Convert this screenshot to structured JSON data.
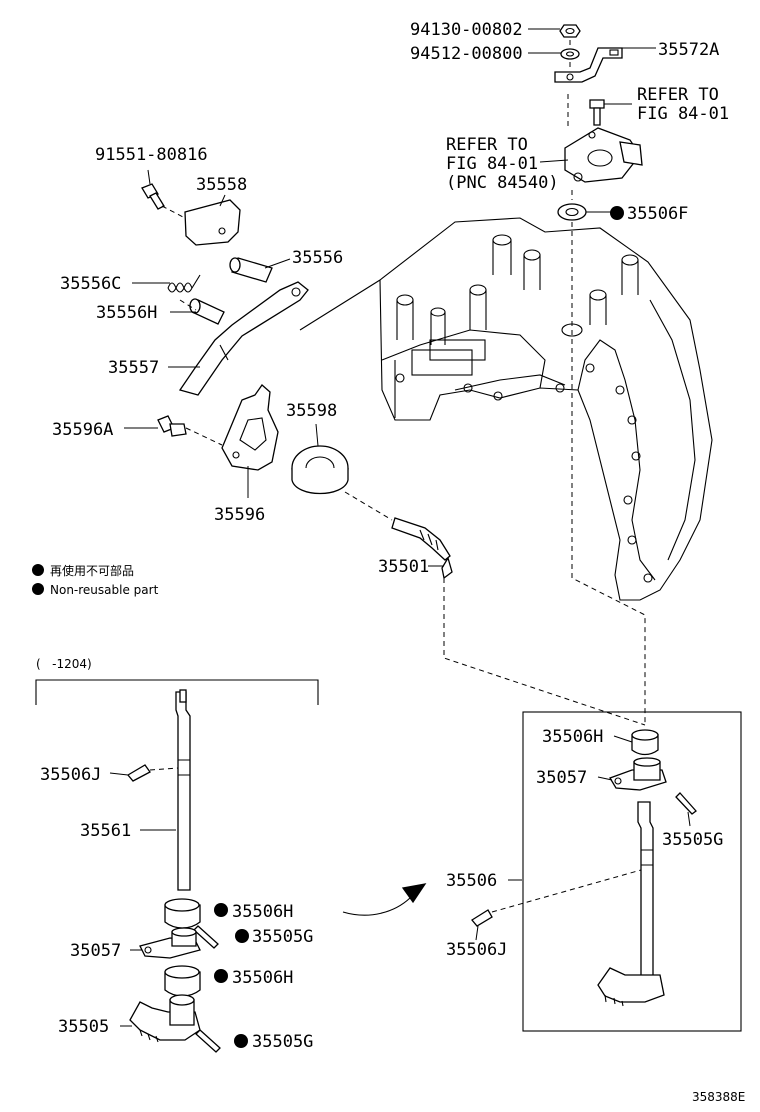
{
  "legend": {
    "line1": "再使用不可部品",
    "line2": "Non-reusable part"
  },
  "labels": {
    "p94130": "94130-00802",
    "p94512": "94512-00800",
    "p35572A": "35572A",
    "ref1_a": "REFER TO",
    "ref1_b": "FIG 84-01",
    "ref2_a": "REFER TO",
    "ref2_b": "FIG 84-01",
    "ref2_c": "(PNC 84540)",
    "p35506F": "35506F",
    "p91551": "91551-80816",
    "p35558": "35558",
    "p35556": "35556",
    "p35556C": "35556C",
    "p35556H": "35556H",
    "p35557": "35557",
    "p35596A": "35596A",
    "p35598": "35598",
    "p35596": "35596",
    "p35501": "35501",
    "range": "(   -1204)",
    "p35506J_l": "35506J",
    "p35561": "35561",
    "p35506H_l1": "35506H",
    "p35505G_l1": "35505G",
    "p35057_l": "35057",
    "p35506H_l2": "35506H",
    "p35505_l": "35505",
    "p35505G_l2": "35505G",
    "p35506H_r": "35506H",
    "p35057_r": "35057",
    "p35505G_r": "35505G",
    "p35506_r": "35506",
    "p35506J_r": "35506J",
    "figcode": "358388E"
  }
}
